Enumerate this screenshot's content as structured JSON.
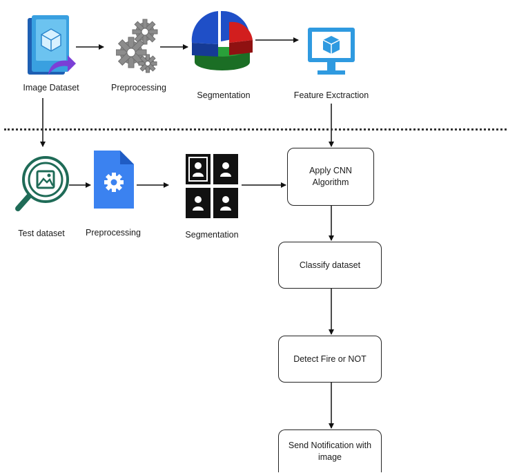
{
  "top_row": {
    "image_dataset": "Image Dataset",
    "preprocessing": "Preprocessing",
    "segmentation": "Segmentation",
    "feature_extraction": "Feature Exctraction"
  },
  "bottom_row": {
    "test_dataset": "Test dataset",
    "preprocessing": "Preprocessing",
    "segmentation": "Segmentation"
  },
  "flow_boxes": {
    "apply_cnn": "Apply CNN Algorithm",
    "classify": "Classify dataset",
    "detect": "Detect Fire or NOT",
    "notify": "Send Notification with image"
  },
  "colors": {
    "dataset_blue": "#39a0e0",
    "dataset_purple": "#7b3fd6",
    "gear_gray": "#8c8c8c",
    "pie_blue": "#1f4fc7",
    "pie_red": "#d21e1e",
    "pie_green": "#2aa03a",
    "monitor_blue": "#2f9ae0",
    "test_green": "#1f6b57",
    "doc_blue": "#3b82f0"
  },
  "icons": [
    "image-dataset-icon",
    "gears-icon",
    "pie-chart-icon",
    "monitor-cube-icon",
    "image-search-icon",
    "settings-document-icon",
    "user-grid-icon"
  ]
}
